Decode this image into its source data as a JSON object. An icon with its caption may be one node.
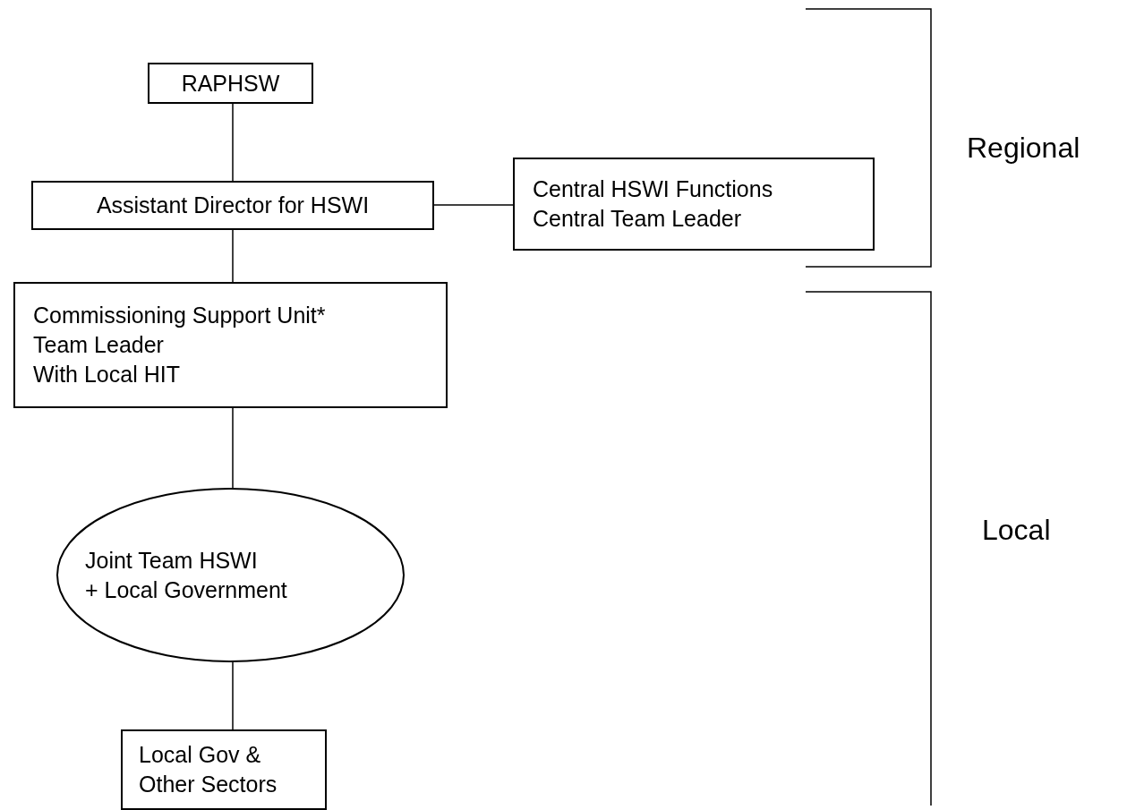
{
  "diagram": {
    "nodes": [
      {
        "text": [
          "RAPHSW"
        ]
      },
      {
        "text": [
          "Assistant Director for HSWI"
        ]
      },
      {
        "text": [
          "Central HSWI Functions",
          "Central Team Leader"
        ]
      },
      {
        "text": [
          "Commissioning Support Unit*",
          "Team Leader",
          "With Local HIT"
        ]
      },
      {
        "text": [
          "Joint Team HSWI",
          "+ Local Government"
        ]
      },
      {
        "text": [
          "Local Gov & Other Sectors"
        ]
      }
    ],
    "edges": [
      {
        "from": 0,
        "to": 1,
        "arrow": "none"
      },
      {
        "from": 1,
        "to": 2,
        "arrow": "none"
      },
      {
        "from": 1,
        "to": 3,
        "arrow": "none"
      },
      {
        "from": 3,
        "to": 4,
        "arrow": "none"
      },
      {
        "from": 4,
        "to": 5,
        "arrow": "none"
      }
    ],
    "labels": [
      "Regional",
      "Local"
    ]
  }
}
